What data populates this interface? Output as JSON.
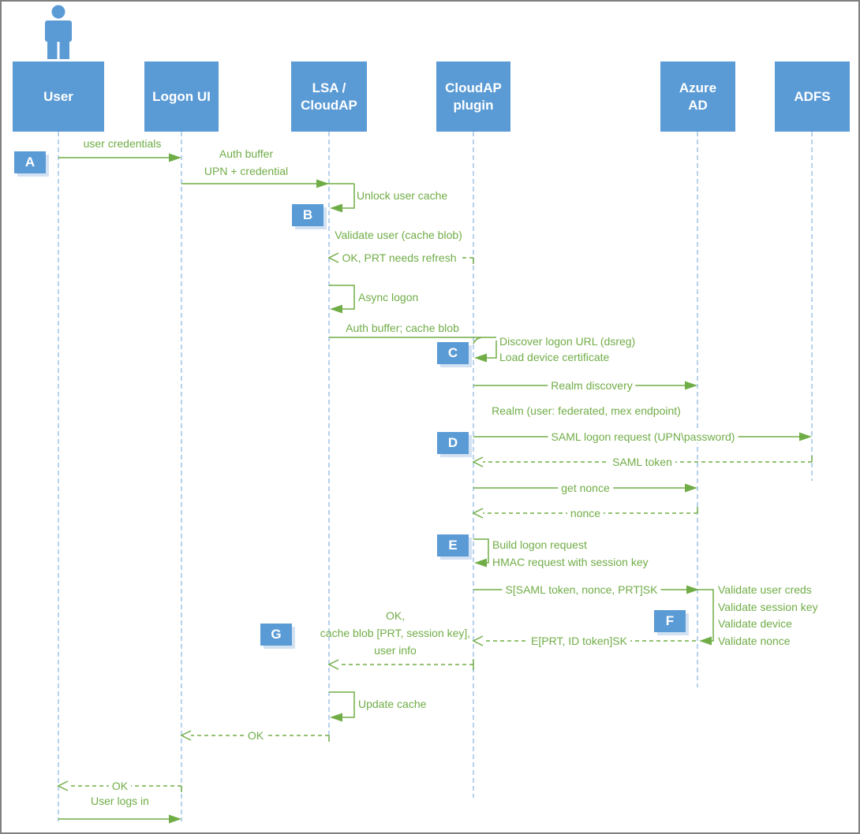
{
  "colors": {
    "actor_blue": "#5B9BD5",
    "arrow_green": "#70AD47",
    "lifeline_blue": "#9DC3E6",
    "frame_gray": "#7F7F7F",
    "actor_text": "#FFFFFF"
  },
  "icons": {
    "user_actor": "person-icon"
  },
  "actors": [
    {
      "line1": "User",
      "line2": ""
    },
    {
      "line1": "Logon UI",
      "line2": ""
    },
    {
      "line1": "LSA /",
      "line2": "CloudAP"
    },
    {
      "line1": "CloudAP",
      "line2": "plugin"
    },
    {
      "line1": "Azure",
      "line2": "AD"
    },
    {
      "line1": "ADFS",
      "line2": ""
    }
  ],
  "badges": [
    "A",
    "B",
    "C",
    "D",
    "E",
    "F",
    "G"
  ],
  "messages": {
    "user_credentials": "user credentials",
    "auth_buffer": "Auth buffer",
    "upn_credential": "UPN + credential",
    "unlock_user_cache": "Unlock user cache",
    "validate_user": "Validate user (cache blob)",
    "ok_prt_refresh": "OK, PRT needs refresh",
    "async_logon": "Async logon",
    "auth_buffer_cache_blob": "Auth buffer; cache blob",
    "discover_logon_url": "Discover logon URL (dsreg)",
    "load_device_cert": "Load device certificate",
    "realm_discovery": "Realm discovery",
    "realm_response": "Realm (user: federated, mex endpoint)",
    "saml_logon_request": "SAML logon request (UPN\\password)",
    "saml_token": "SAML token",
    "get_nonce": "get nonce",
    "nonce": "nonce",
    "build_logon_request": "Build logon request",
    "hmac_request": "HMAC request with session key",
    "s_saml_token_nonce_prt": "S[SAML token, nonce, PRT]SK",
    "validate_user_creds": "Validate user creds",
    "validate_session_key": "Validate session key",
    "validate_device": "Validate device",
    "validate_nonce": "Validate nonce",
    "e_prt_id_token": "E[PRT, ID token]SK",
    "ok_cache_line1": "OK,",
    "ok_cache_line2": "cache blob [PRT, session key],",
    "ok_cache_line3": "user info",
    "update_cache": "Update cache",
    "ok_to_logon_ui": "OK",
    "ok_to_user": "OK",
    "user_logs_in": "User logs in"
  }
}
